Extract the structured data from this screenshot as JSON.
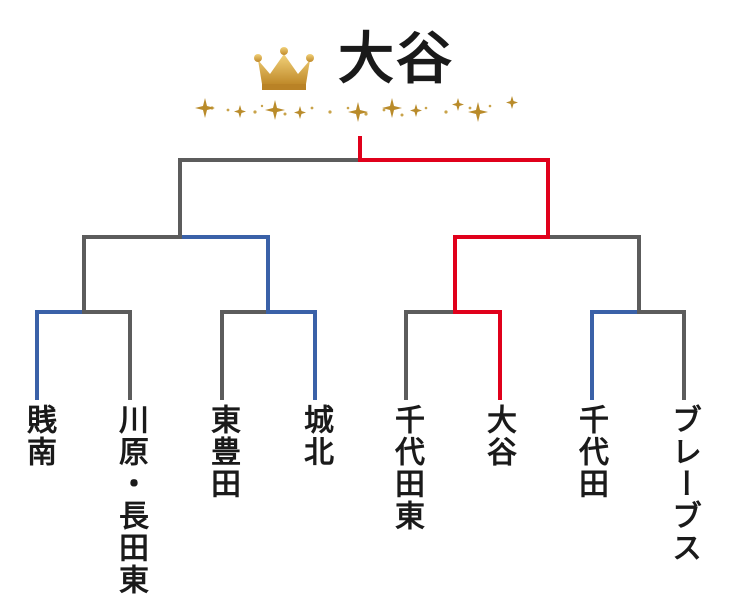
{
  "champion": {
    "name": "大谷",
    "crown_color": "#d4a23a"
  },
  "bracket": {
    "colors": {
      "winner": "#e0001b",
      "advance": "#3a61a8",
      "loser": "#5c5c5c"
    },
    "teams": [
      {
        "name": "賎南"
      },
      {
        "name": "川原・長田東"
      },
      {
        "name": "東豊田"
      },
      {
        "name": "城北"
      },
      {
        "name": "千代田東"
      },
      {
        "name": "大谷"
      },
      {
        "name": "千代田"
      },
      {
        "name": "ブレーブス"
      }
    ]
  }
}
